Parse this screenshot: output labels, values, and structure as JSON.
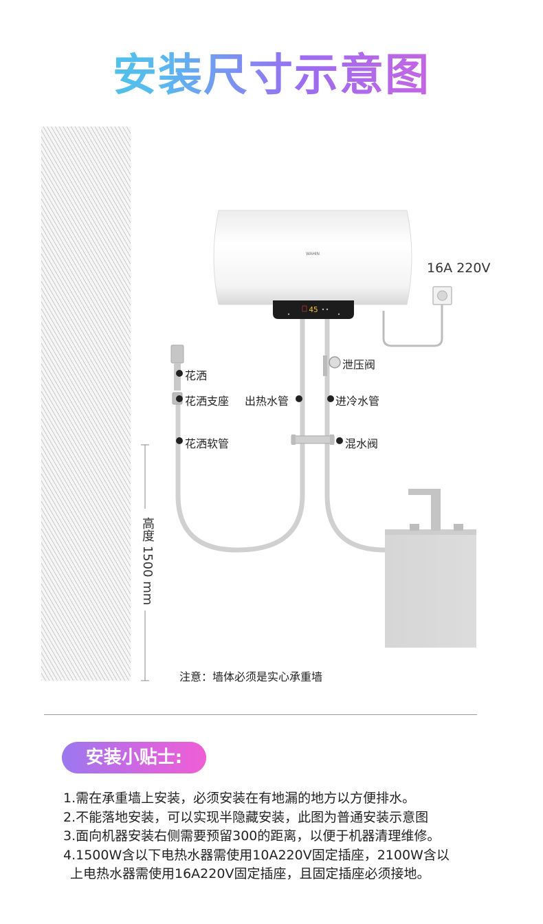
{
  "title": "安装尺寸示意图",
  "power_label": "16A 220V",
  "brand": "WAHIN",
  "display_temp": "45",
  "height_label": "高度 1500 mm",
  "labels": {
    "shower_head": "花洒",
    "shower_holder": "花洒支座",
    "shower_hose": "花洒软管",
    "hot_outlet": "出热水管",
    "relief_valve": "泄压阀",
    "cold_inlet": "进冷水管",
    "mixing_valve": "混水阀"
  },
  "note": "注意：墙体必须是实心承重墙",
  "tips": {
    "heading": "安装小贴士:",
    "lines": [
      "1.需在承重墙上安装，必须安装在有地漏的地方以方便排水。",
      "2.不能落地安装，可以实现半隐藏安装，此图为普通安装示意图",
      "3.面向机器安装右侧需要预留300的距离，以便于机器清理维修。",
      "4.1500W含以下电热水器需使用10A220V固定插座，2100W含以",
      "上电热水器需使用16A220V固定插座，且固定插座必须接地。"
    ]
  },
  "colors": {
    "title_gradient": [
      "#3ed0dc",
      "#9a6df0",
      "#e95fd8"
    ],
    "badge_gradient": [
      "#9b78ee",
      "#ee5fd4"
    ],
    "pipe": "#cfcfcf",
    "display_digits": "#f2c230"
  }
}
